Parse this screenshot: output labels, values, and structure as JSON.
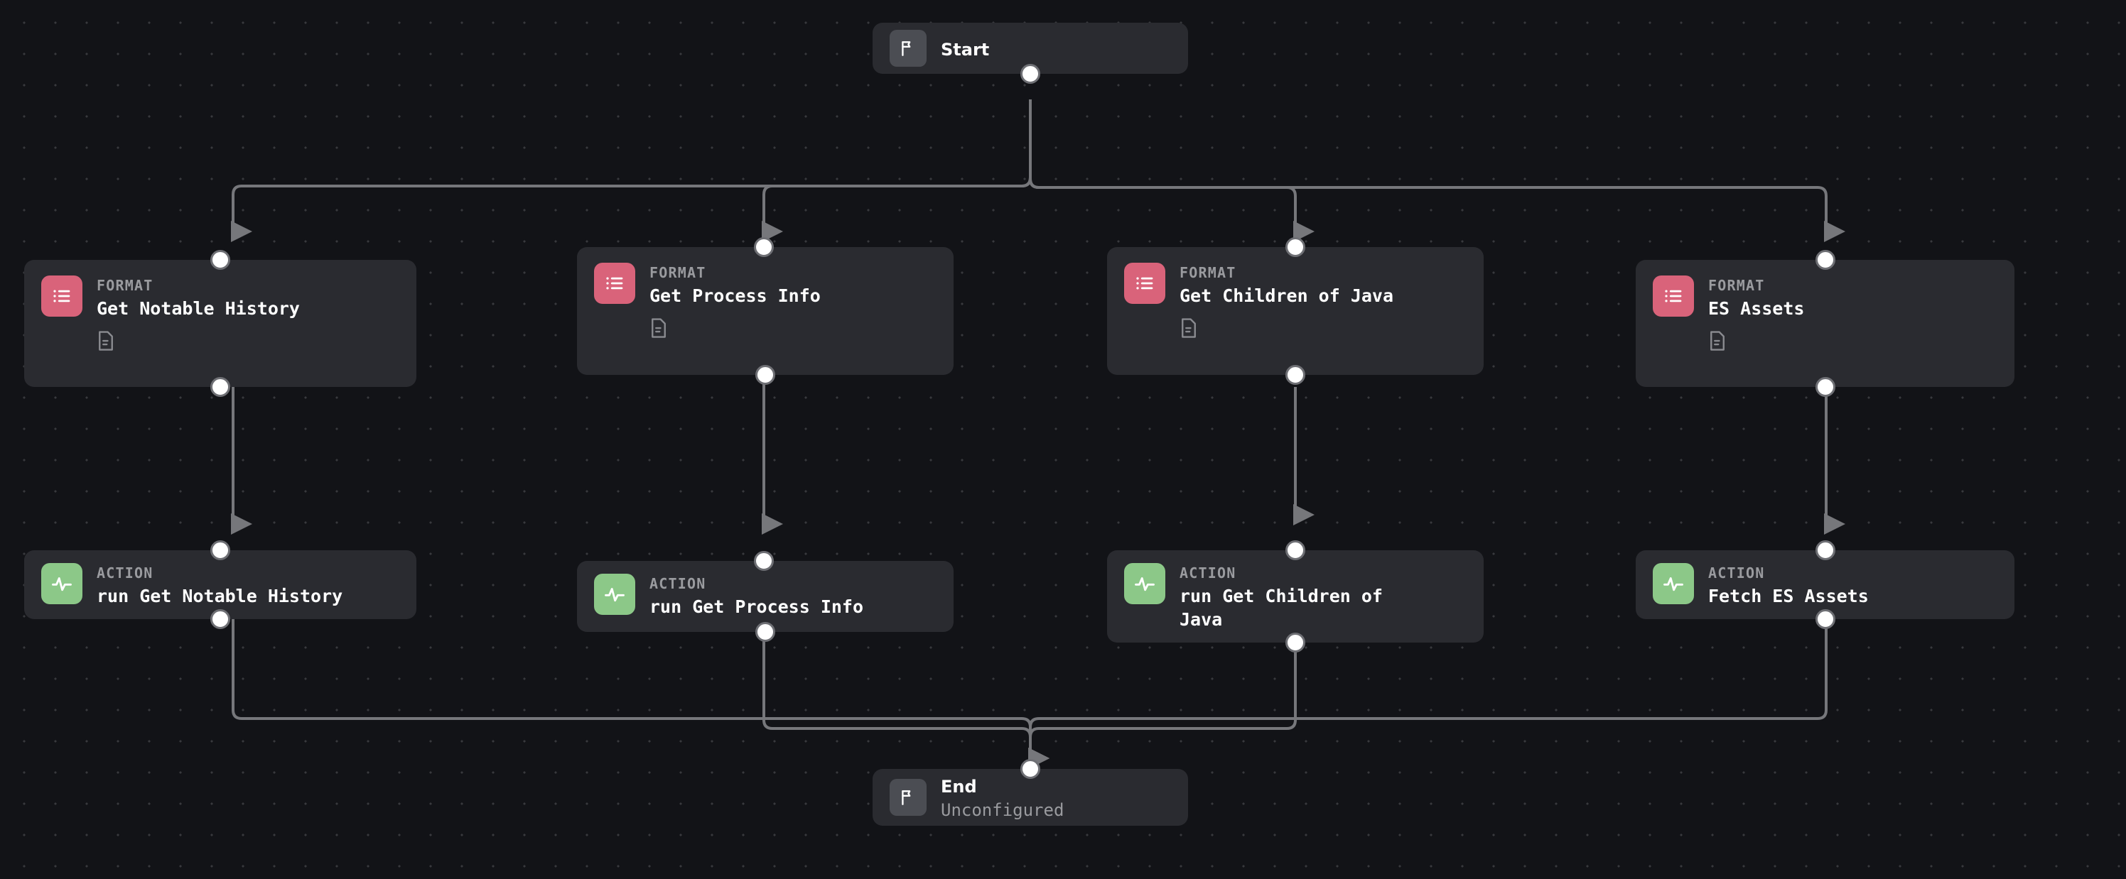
{
  "canvas": {
    "background_color": "#121317",
    "grid_dot_color": "#38393d",
    "edge_color": "#76777b",
    "node_background": "#2a2b30",
    "format_accent": "#d9637a",
    "action_accent": "#8cc888",
    "terminal_accent": "#4b4d53"
  },
  "nodes": {
    "start": {
      "title": "Start",
      "icon": "flag-icon",
      "kind": "terminal"
    },
    "end": {
      "title": "End",
      "subtitle": "Unconfigured",
      "icon": "flag-icon",
      "kind": "terminal"
    },
    "format": [
      {
        "kicker": "FORMAT",
        "title": "Get Notable History",
        "icon": "list-icon",
        "badge": "document-icon"
      },
      {
        "kicker": "FORMAT",
        "title": "Get Process Info",
        "icon": "list-icon",
        "badge": "document-icon"
      },
      {
        "kicker": "FORMAT",
        "title": "Get Children of Java",
        "icon": "list-icon",
        "badge": "document-icon"
      },
      {
        "kicker": "FORMAT",
        "title": "ES Assets",
        "icon": "list-icon",
        "badge": "document-icon"
      }
    ],
    "action": [
      {
        "kicker": "ACTION",
        "title": "run Get Notable History",
        "icon": "pulse-icon"
      },
      {
        "kicker": "ACTION",
        "title": "run Get Process Info",
        "icon": "pulse-icon"
      },
      {
        "kicker": "ACTION",
        "title": "run Get Children of Java",
        "icon": "pulse-icon"
      },
      {
        "kicker": "ACTION",
        "title": "Fetch ES Assets",
        "icon": "pulse-icon"
      }
    ]
  }
}
